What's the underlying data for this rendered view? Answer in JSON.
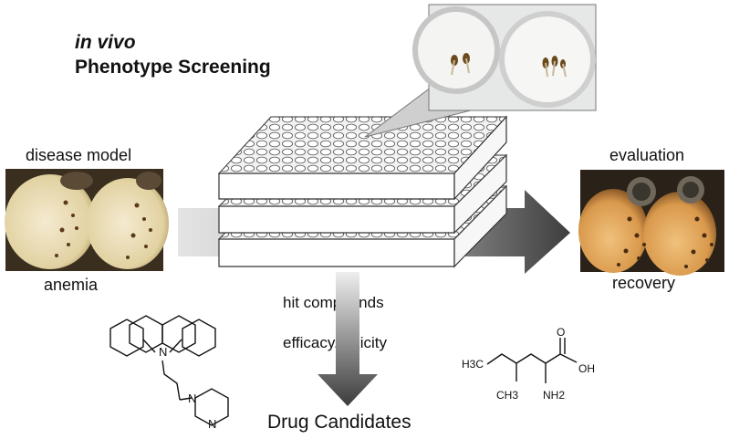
{
  "title": {
    "line1": "in vivo",
    "line2": "Phenotype Screening"
  },
  "left": {
    "top_label": "disease model",
    "bottom_label": "anemia"
  },
  "right": {
    "top_label": "evaluation",
    "bottom_label": "recovery"
  },
  "center": {
    "label_hit": "hit compounds",
    "label_efficacy": "efficacy/toxicity",
    "result": "Drug Candidates"
  },
  "molecule1": {
    "atom_n1": "N",
    "atom_n2": "N",
    "atom_n3": "N"
  },
  "molecule2": {
    "h3c": "H3C",
    "ch3": "CH3",
    "nh2": "NH2",
    "oh": "OH",
    "o": "O"
  },
  "colors": {
    "arrow_dark": "#4a4a4a",
    "arrow_light": "#d6d6d6",
    "embryo_yolk": "#e8dcb0"
  }
}
